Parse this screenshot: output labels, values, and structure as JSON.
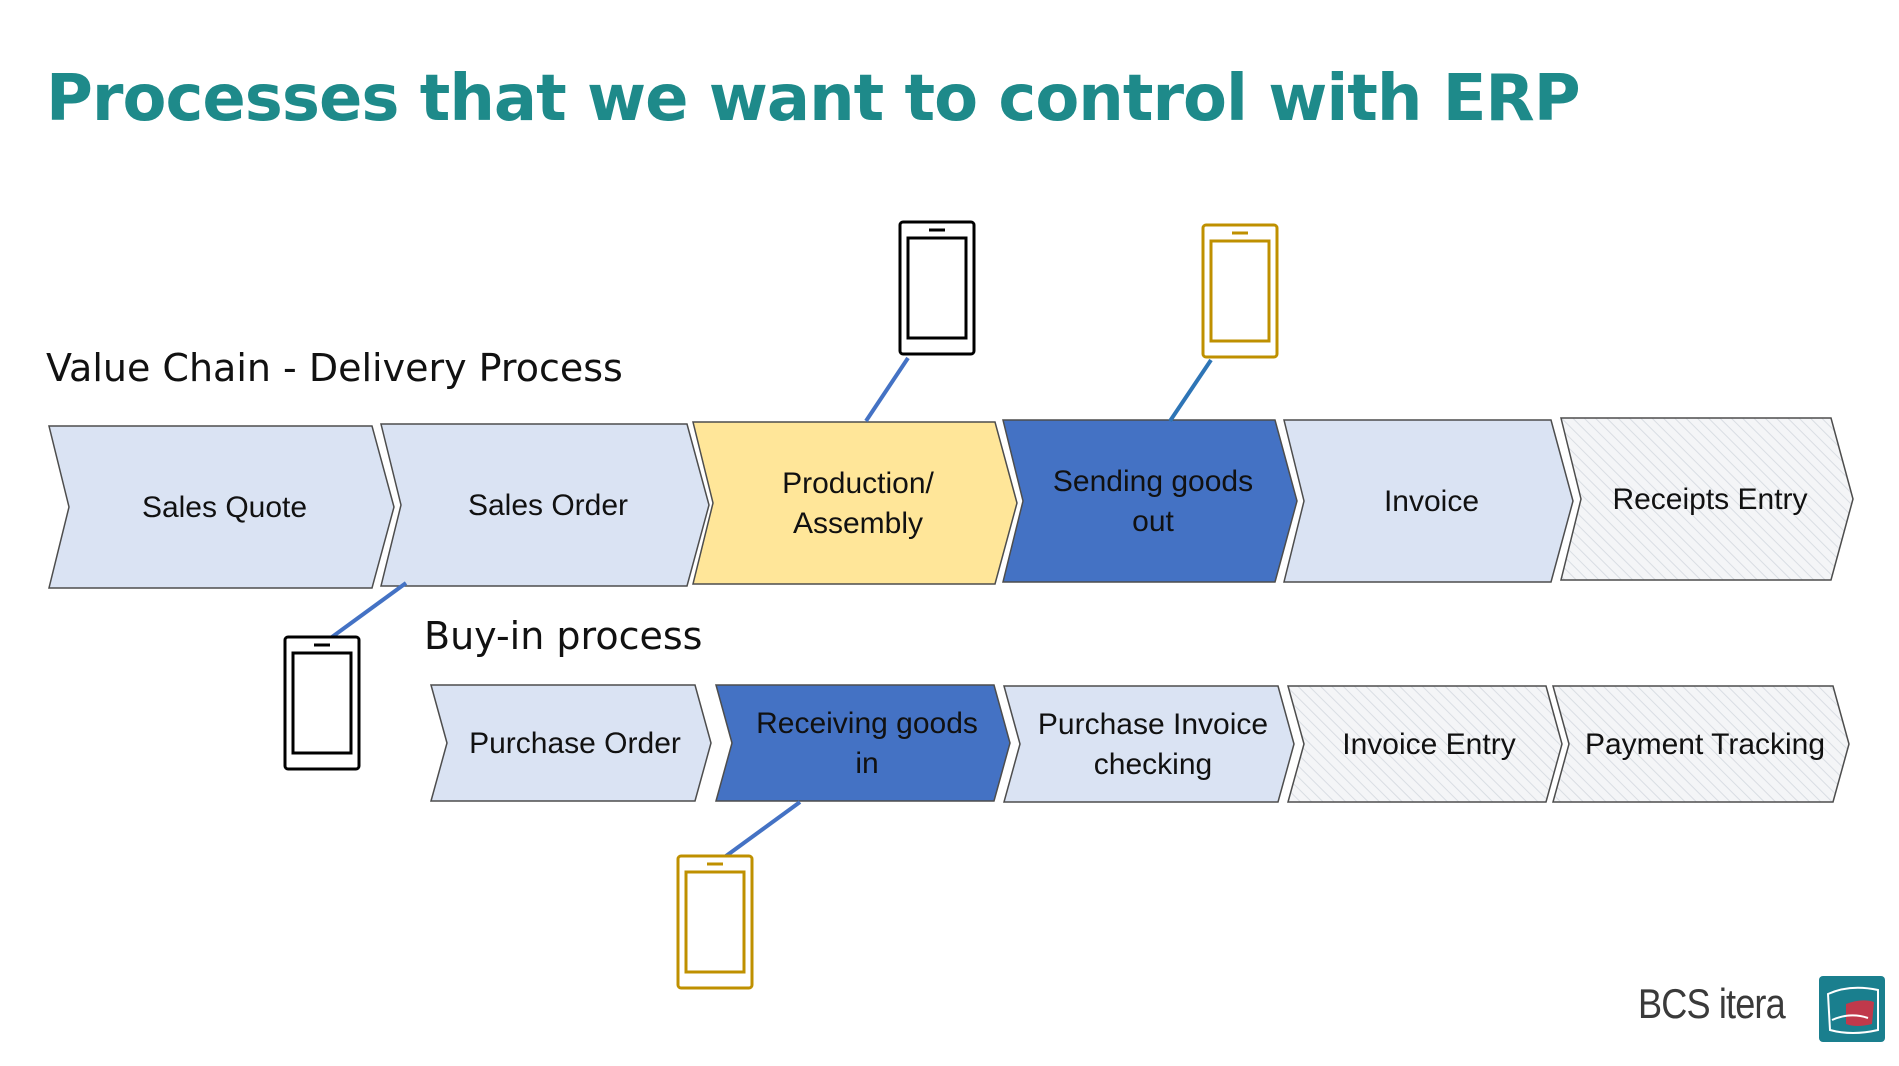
{
  "title": "Processes that we want to control with ERP",
  "value_chain": {
    "label": "Value Chain - Delivery Process",
    "steps": [
      {
        "lines": [
          "Sales Quote"
        ],
        "fill": "#dae3f3",
        "pattern": false
      },
      {
        "lines": [
          "Sales Order"
        ],
        "fill": "#dae3f3",
        "pattern": false
      },
      {
        "lines": [
          "Production/",
          "Assembly"
        ],
        "fill": "#ffe699",
        "pattern": false
      },
      {
        "lines": [
          "Sending goods",
          "out"
        ],
        "fill": "#4472c4",
        "pattern": false
      },
      {
        "lines": [
          "Invoice"
        ],
        "fill": "#dae3f3",
        "pattern": false
      },
      {
        "lines": [
          "Receipts Entry"
        ],
        "fill": "#f2f2f2",
        "pattern": true
      }
    ]
  },
  "buy_in": {
    "label": "Buy-in process",
    "steps": [
      {
        "lines": [
          "Purchase Order"
        ],
        "fill": "#dae3f3",
        "pattern": false
      },
      {
        "lines": [
          "Receiving goods",
          "in"
        ],
        "fill": "#4472c4",
        "pattern": false
      },
      {
        "lines": [
          "Purchase Invoice",
          "checking"
        ],
        "fill": "#dae3f3",
        "pattern": false
      },
      {
        "lines": [
          "Invoice Entry"
        ],
        "fill": "#f2f2f2",
        "pattern": true
      },
      {
        "lines": [
          "Payment Tracking"
        ],
        "fill": "#f2f2f2",
        "pattern": true
      }
    ]
  },
  "devices": [
    {
      "attached_to": "Production/ Assembly",
      "color": "#000000",
      "icon": "mobile-phone-icon"
    },
    {
      "attached_to": "Sending goods out",
      "color": "#bf9000",
      "icon": "mobile-phone-icon"
    },
    {
      "attached_to": "Sales Order",
      "color": "#000000",
      "icon": "mobile-phone-icon"
    },
    {
      "attached_to": "Receiving goods in",
      "color": "#bf9000",
      "icon": "mobile-phone-icon"
    }
  ],
  "logo": {
    "text": "BCS itera",
    "colors": {
      "box": "#1a7f8e",
      "accent": "#c0394b"
    }
  },
  "colors": {
    "title": "#1e8a8a",
    "connector": "#4472c4"
  }
}
